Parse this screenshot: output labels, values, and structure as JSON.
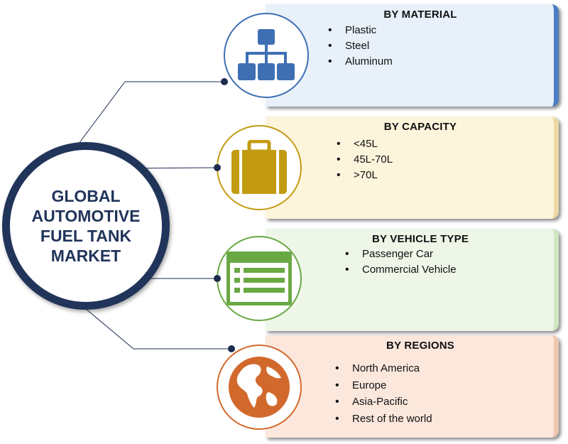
{
  "hub": {
    "title": "GLOBAL AUTOMOTIVE FUEL TANK MARKET",
    "border_color": "#21345a"
  },
  "segments": [
    {
      "title": "BY MATERIAL",
      "items": [
        "Plastic",
        "Steel",
        "Aluminum"
      ],
      "icon": "hierarchy-icon",
      "accent": "#3e6fb3",
      "panel_color": "#e8f0fa",
      "edge_color": "#4a7ec4"
    },
    {
      "title": "BY CAPACITY",
      "items": [
        "<45L",
        "45L-70L",
        ">70L"
      ],
      "icon": "briefcase-icon",
      "accent": "#c39b13",
      "panel_color": "#fdf4dc",
      "edge_color": "#ecd9a4"
    },
    {
      "title": "BY VEHICLE TYPE",
      "items": [
        "Passenger Car",
        "Commercial Vehicle"
      ],
      "icon": "list-window-icon",
      "accent": "#6aa844",
      "panel_color": "#eef6e8",
      "edge_color": "#d0e6c0"
    },
    {
      "title": "BY REGIONS",
      "items": [
        "North America",
        "Europe",
        "Asia-Pacific",
        "Rest of the world"
      ],
      "icon": "globe-icon",
      "accent": "#d2692c",
      "panel_color": "#fbe7dc",
      "edge_color": "#efc7b0"
    }
  ]
}
